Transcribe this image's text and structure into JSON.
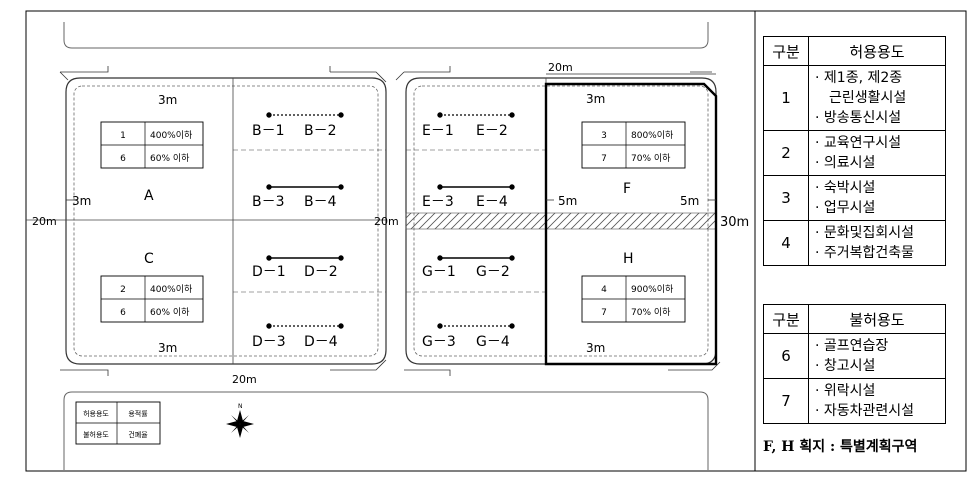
{
  "plan": {
    "dims": {
      "top_road": "20m",
      "bottom_road": "20m",
      "left_road": "20m",
      "middle_road": "20m",
      "right_road": "30m",
      "setback_top_left": "3m",
      "setback_bottom_left": "3m",
      "setback_left": "3m",
      "setback_top_right": "3m",
      "setback_bottom_right": "3m",
      "setback_f_left": "5m",
      "setback_f_right": "5m"
    },
    "blocks": {
      "A": "A",
      "C": "C",
      "F": "F",
      "H": "H",
      "B1": "B－1",
      "B2": "B－2",
      "B3": "B－3",
      "B4": "B－4",
      "D1": "D－1",
      "D2": "D－2",
      "D3": "D－3",
      "D4": "D－4",
      "E1": "E－1",
      "E2": "E－2",
      "E3": "E－3",
      "E4": "E－4",
      "G1": "G－1",
      "G2": "G－2",
      "G3": "G－3",
      "G4": "G－4"
    },
    "info_boxes": {
      "A": {
        "r1": [
          "1",
          "400%이하"
        ],
        "r2": [
          "6",
          "60% 이하"
        ]
      },
      "C": {
        "r1": [
          "2",
          "400%이하"
        ],
        "r2": [
          "6",
          "60% 이하"
        ]
      },
      "F": {
        "r1": [
          "3",
          "800%이하"
        ],
        "r2": [
          "7",
          "70% 이하"
        ]
      },
      "H": {
        "r1": [
          "4",
          "900%이하"
        ],
        "r2": [
          "7",
          "70% 이하"
        ]
      }
    },
    "legend": {
      "r1": [
        "허용용도",
        "용적률"
      ],
      "r2": [
        "불허용도",
        "건폐율"
      ]
    },
    "north_label": "N"
  },
  "allowed_table": {
    "header": [
      "구분",
      "허용용도"
    ],
    "rows": [
      {
        "num": "1",
        "items": [
          "· 제1종, 제2종",
          "근린생활시설",
          "· 방송통신시설"
        ]
      },
      {
        "num": "2",
        "items": [
          "· 교육연구시설",
          "· 의료시설"
        ]
      },
      {
        "num": "3",
        "items": [
          "· 숙박시설",
          "· 업무시설"
        ]
      },
      {
        "num": "4",
        "items": [
          "· 문화및집회시설",
          "· 주거복합건축물"
        ]
      }
    ]
  },
  "disallowed_table": {
    "header": [
      "구분",
      "불허용도"
    ],
    "rows": [
      {
        "num": "6",
        "items": [
          "· 골프연습장",
          "· 창고시설"
        ]
      },
      {
        "num": "7",
        "items": [
          "· 위락시설",
          "· 자동차관련시설"
        ]
      }
    ]
  },
  "note": "F, H 획지 : 특별계획구역"
}
